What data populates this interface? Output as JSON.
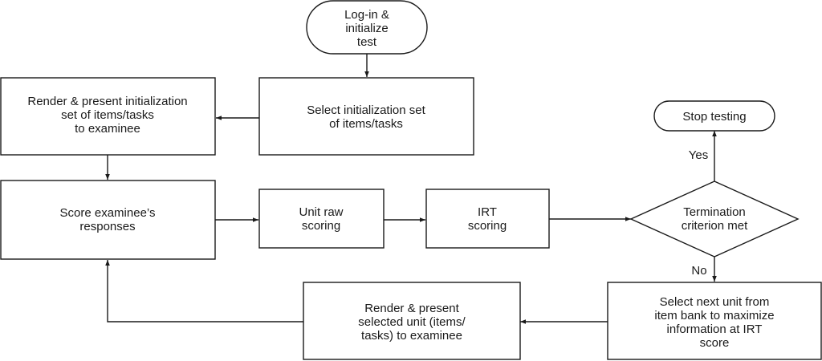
{
  "nodes": {
    "start": [
      "Log-in &",
      "initialize",
      "test"
    ],
    "select_init": [
      "Select initialization set",
      "of items/tasks"
    ],
    "render_init": [
      "Render & present initialization",
      "set of items/tasks",
      "to examinee"
    ],
    "score": [
      "Score examinee’s",
      "responses"
    ],
    "unit_raw": [
      "Unit raw",
      "scoring"
    ],
    "irt": [
      "IRT",
      "scoring"
    ],
    "decision": [
      "Termination",
      "criterion met"
    ],
    "stop": [
      "Stop testing"
    ],
    "select_next": [
      "Select next unit from",
      "item bank to maximize",
      "information at IRT",
      "score"
    ],
    "render_selected": [
      "Render & present",
      "selected unit (items/",
      "tasks) to examinee"
    ]
  },
  "edge_labels": {
    "yes": "Yes",
    "no": "No"
  }
}
